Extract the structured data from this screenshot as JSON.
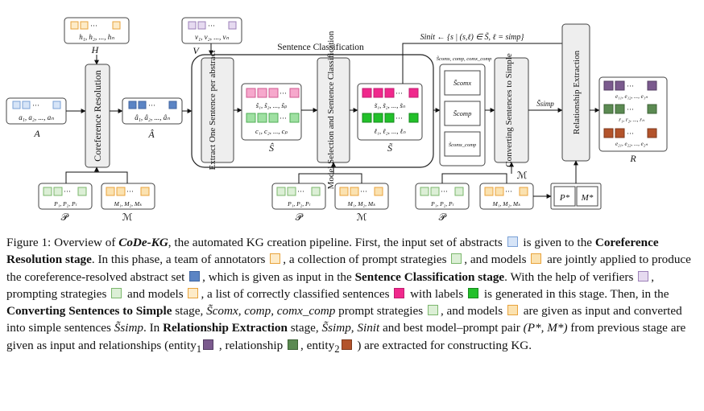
{
  "diagram": {
    "H": {
      "list": "h₁, h₂, ..., hₙ",
      "label": "H"
    },
    "V": {
      "list": "v₁, v₂, ..., vₙ",
      "label": "V"
    },
    "A": {
      "list": "a₁, a₂, ..., aₙ",
      "label": "A"
    },
    "A_hat": {
      "list": "â₁, â₂, ..., âₙ",
      "label": "Â"
    },
    "coref_stage": "Coreference Resolution",
    "sentence_classification": "Sentence Classification",
    "extract_stage": "Extract One Sentence per abstract",
    "s_hat": {
      "list": "ŝ₁, ŝ₂, ..., ŝₚ",
      "classes": "c₁, c₂, ..., cₚ",
      "label": "Ŝ"
    },
    "model_selection": "Model Selection and Sentence Classification",
    "s_tilde": {
      "list": "s̃₁, s̃₂, ..., s̃ₙ",
      "labels": "ℓ₁, ℓ₂, ..., ℓₙ",
      "label": "S̃"
    },
    "comx_header": "S̃comx, comp, comx_comp",
    "comx_boxes": [
      "S̃comx",
      "S̃comp",
      "S̃comx_comp"
    ],
    "converting_stage": "Converting Sentences to Simple",
    "ssimp_arrow": "S̃simp",
    "sinit": "Sinit ← {s | (s,ℓ) ∈ S̃, ℓ = simp}",
    "rel_stage": "Relationship Extraction",
    "R": {
      "row1": "e₁₁, e₁₂, ..., e₁ₙ",
      "row2": "r₁, r₂, ..., rₙ",
      "row3": "e₂₁, e₂₂, ..., e₂ₙ",
      "label": "R"
    },
    "P_list": "P₁, P₂, Pₗ",
    "M_list": "M₁, M₂, Mₖ",
    "P_label": "𝒫",
    "M_label": "ℳ",
    "best_pair": [
      "P*",
      "M*"
    ]
  },
  "caption": {
    "figure_label": "Figure 1:",
    "t1": " Overview of ",
    "name": "CoDe-KG",
    "t2": ", the automated KG creation pipeline. First, the input set of abstracts ",
    "t3": " is given to the ",
    "stage1": "Coreference Resolution stage",
    "t4": ". In this phase, a team of annotators ",
    "t5": ", a collection of prompt strategies ",
    "t6": ", and models ",
    "t7": " are jointly applied to produce the coreference-resolved abstract set ",
    "t8": ", which is given as input in the ",
    "stage2": "Sentence Classification stage",
    "t9": ". With the help of verifiers ",
    "t10": ", prompting strategies ",
    "t11": " and models ",
    "t12": ", a list of correctly classified sentences ",
    "t13": " with labels ",
    "t14": " is generated in this stage. Then, in the ",
    "stage3": "Converting Sentences to Simple",
    "t15": " stage, ",
    "sym1": "S̃comx, comp, comx_comp",
    "t16": " prompt strategies ",
    "t17": ", and models ",
    "t18": " are given as input and converted into simple sentences ",
    "sym2": "S̃simp",
    "t19": ". In ",
    "stage4": "Relationship Extraction",
    "t20": " stage, ",
    "sym3": "S̃simp, Sinit",
    "t21": " and best model–prompt pair ",
    "sym4": "(P*, M*)",
    "t22": " from previous stage are given as input and relationships (entity",
    "sub1": "1",
    "t23": " , relationship ",
    "t24": ", entity",
    "sub2": "2",
    "t25": " ) are extracted for constructing KG."
  }
}
